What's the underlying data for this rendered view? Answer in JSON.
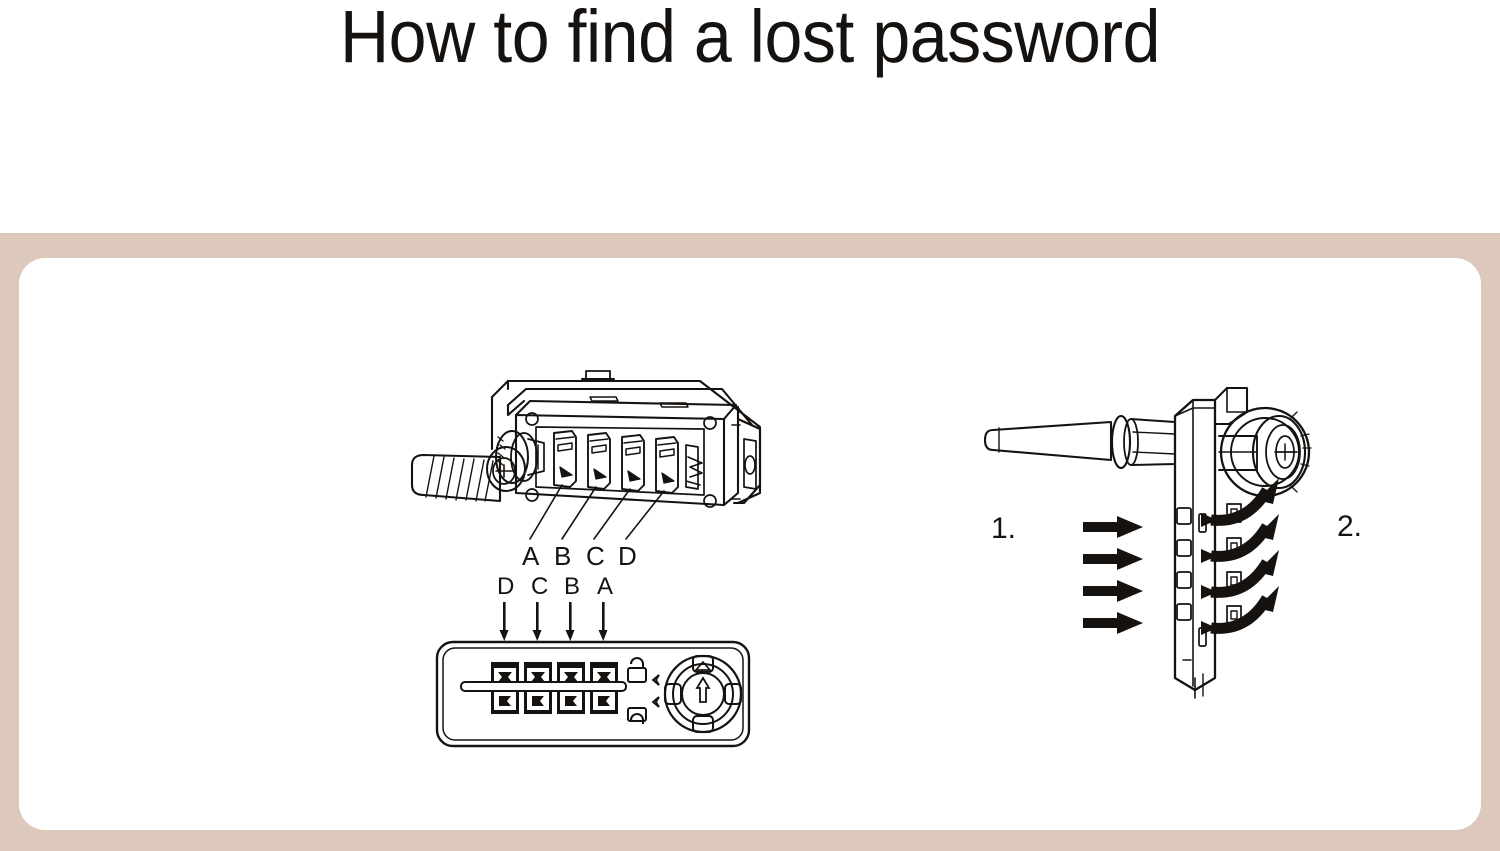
{
  "page": {
    "title": "How to find a lost password",
    "background_color": "#ffffff",
    "frame_color": "#ddc9bc",
    "panel_color": "#ffffff",
    "ink_color": "#16120f"
  },
  "figures": {
    "exploded_lock": {
      "name": "rear view of combination lock with four tumbler wheels",
      "dial_labels": [
        "A",
        "B",
        "C",
        "D"
      ],
      "label_order_note": "left to right"
    },
    "lock_face": {
      "name": "front face of combination lock with four code dials and rotary key knob",
      "dial_labels": [
        "D",
        "C",
        "B",
        "A"
      ],
      "label_order_note": "left to right",
      "arrow_direction": "down"
    },
    "side_view": {
      "name": "side view of lock showing reset procedure",
      "steps": [
        {
          "number": "1.",
          "arrow_count": 4,
          "arrow_style": "straight",
          "direction": "right"
        },
        {
          "number": "2.",
          "arrow_count": 4,
          "arrow_style": "curved",
          "direction": "up-right"
        }
      ]
    }
  }
}
